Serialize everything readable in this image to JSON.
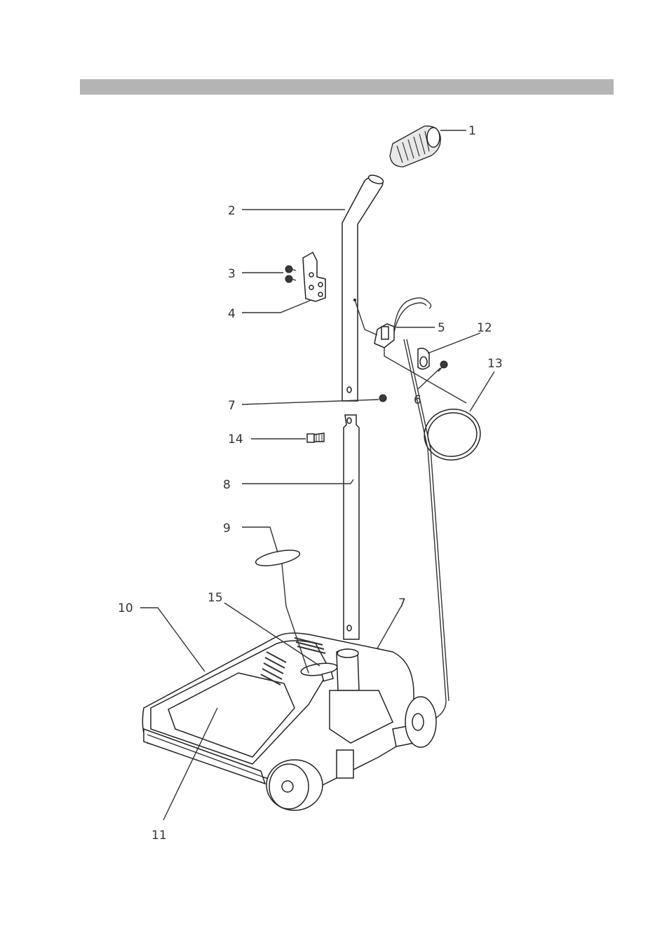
{
  "page": {
    "header_bar_color": "#b4b4b4"
  },
  "callouts": [
    {
      "id": "c1",
      "number": "1"
    },
    {
      "id": "c2",
      "number": "2"
    },
    {
      "id": "c3",
      "number": "3"
    },
    {
      "id": "c4",
      "number": "4"
    },
    {
      "id": "c5",
      "number": "5"
    },
    {
      "id": "c12",
      "number": "12"
    },
    {
      "id": "c13",
      "number": "13"
    },
    {
      "id": "c6",
      "number": "6"
    },
    {
      "id": "c7a",
      "number": "7"
    },
    {
      "id": "c14",
      "number": "14"
    },
    {
      "id": "c8",
      "number": "8"
    },
    {
      "id": "c9",
      "number": "9"
    },
    {
      "id": "c10",
      "number": "10"
    },
    {
      "id": "c15",
      "number": "15"
    },
    {
      "id": "c7b",
      "number": "7"
    },
    {
      "id": "c11",
      "number": "11"
    }
  ]
}
